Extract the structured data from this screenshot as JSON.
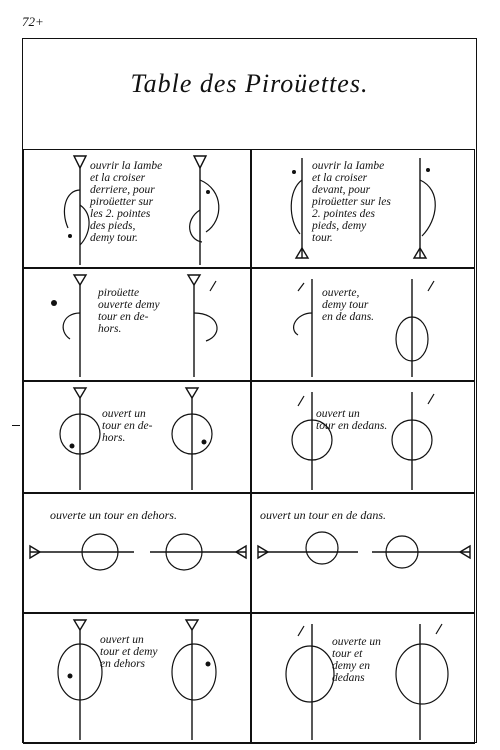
{
  "page": {
    "number": "72+"
  },
  "plate": {
    "title": "Table des Piroüettes."
  },
  "panels": [
    {
      "caption": "ouvrir la Iambe\net la croiser\nderriere, pour\npiroüetter sur\nles 2. pointes\ndes pieds,\ndemy tour."
    },
    {
      "caption": "ouvrir la Iambe\net la croiser\ndevant, pour\npiroüetter sur les\n2. pointes des\npieds, demy\ntour."
    },
    {
      "caption": "piroüette\nouverte demy\ntour en de-\nhors."
    },
    {
      "caption": "ouverte,\ndemy tour\nen de dans."
    },
    {
      "caption": "ouvert un\ntour en de-\nhors."
    },
    {
      "caption": "ouvert un\ntour en dedans."
    },
    {
      "caption": "ouverte un tour en dehors."
    },
    {
      "caption": "ouvert un tour en de dans."
    },
    {
      "caption": "ouvert un\ntour et demy\nen dehors"
    },
    {
      "caption": "ouverte un\ntour et\ndemy en\ndedans"
    }
  ]
}
